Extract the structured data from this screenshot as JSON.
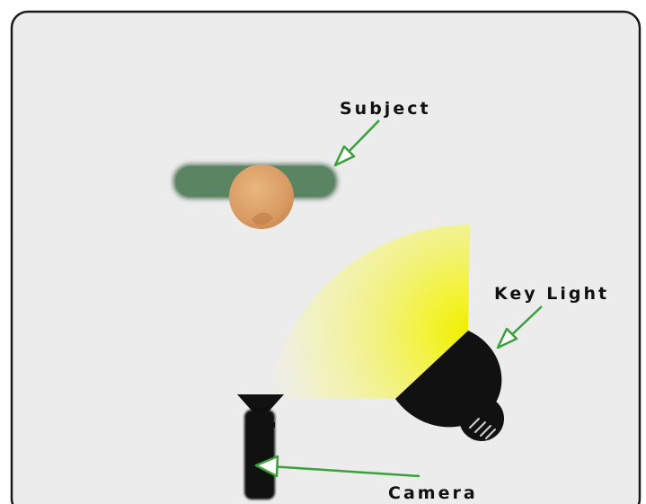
{
  "labels": {
    "subject": "Subject",
    "key_light": "Key Light",
    "camera": "Camera"
  },
  "colors": {
    "panel_bg": "#ececec",
    "panel_border": "#1a1a1a",
    "subject_shoulders": "#5b8463",
    "subject_head": "#dba06a",
    "light_beam": "#f2f23a",
    "light_fixture": "#111111",
    "camera_body": "#111111",
    "arrow": "#3aa13a",
    "label_text": "#111111"
  }
}
